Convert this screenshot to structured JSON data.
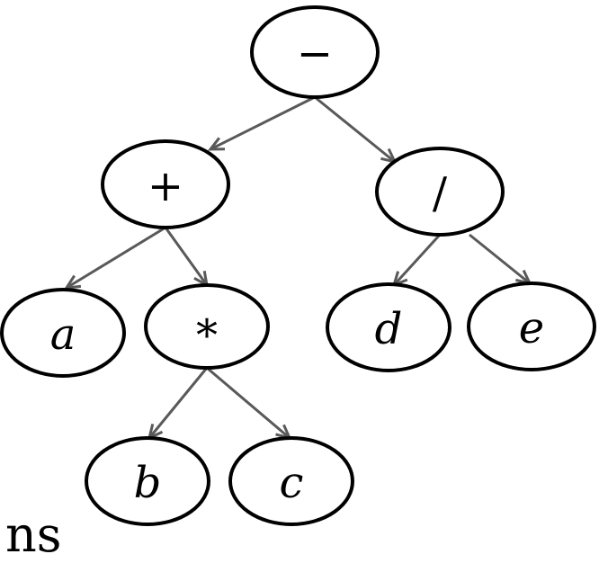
{
  "diagram": {
    "nodes": [
      {
        "id": "minus",
        "label": "−",
        "style": "op"
      },
      {
        "id": "plus",
        "label": "+",
        "style": "op"
      },
      {
        "id": "divide",
        "label": "/",
        "style": "op"
      },
      {
        "id": "a",
        "label": "a",
        "style": "var"
      },
      {
        "id": "times",
        "label": "*",
        "style": "op"
      },
      {
        "id": "d",
        "label": "d",
        "style": "var"
      },
      {
        "id": "e",
        "label": "e",
        "style": "var"
      },
      {
        "id": "b",
        "label": "b",
        "style": "var"
      },
      {
        "id": "c",
        "label": "c",
        "style": "var"
      }
    ],
    "edges": [
      {
        "from": "minus",
        "to": "plus"
      },
      {
        "from": "minus",
        "to": "divide"
      },
      {
        "from": "plus",
        "to": "a"
      },
      {
        "from": "plus",
        "to": "times"
      },
      {
        "from": "divide",
        "to": "d"
      },
      {
        "from": "divide",
        "to": "e"
      },
      {
        "from": "times",
        "to": "b"
      },
      {
        "from": "times",
        "to": "c"
      }
    ],
    "colors": {
      "node_outline": "#000000",
      "edge": "#595959",
      "background": "#ffffff"
    }
  },
  "clipped_text": "ns"
}
